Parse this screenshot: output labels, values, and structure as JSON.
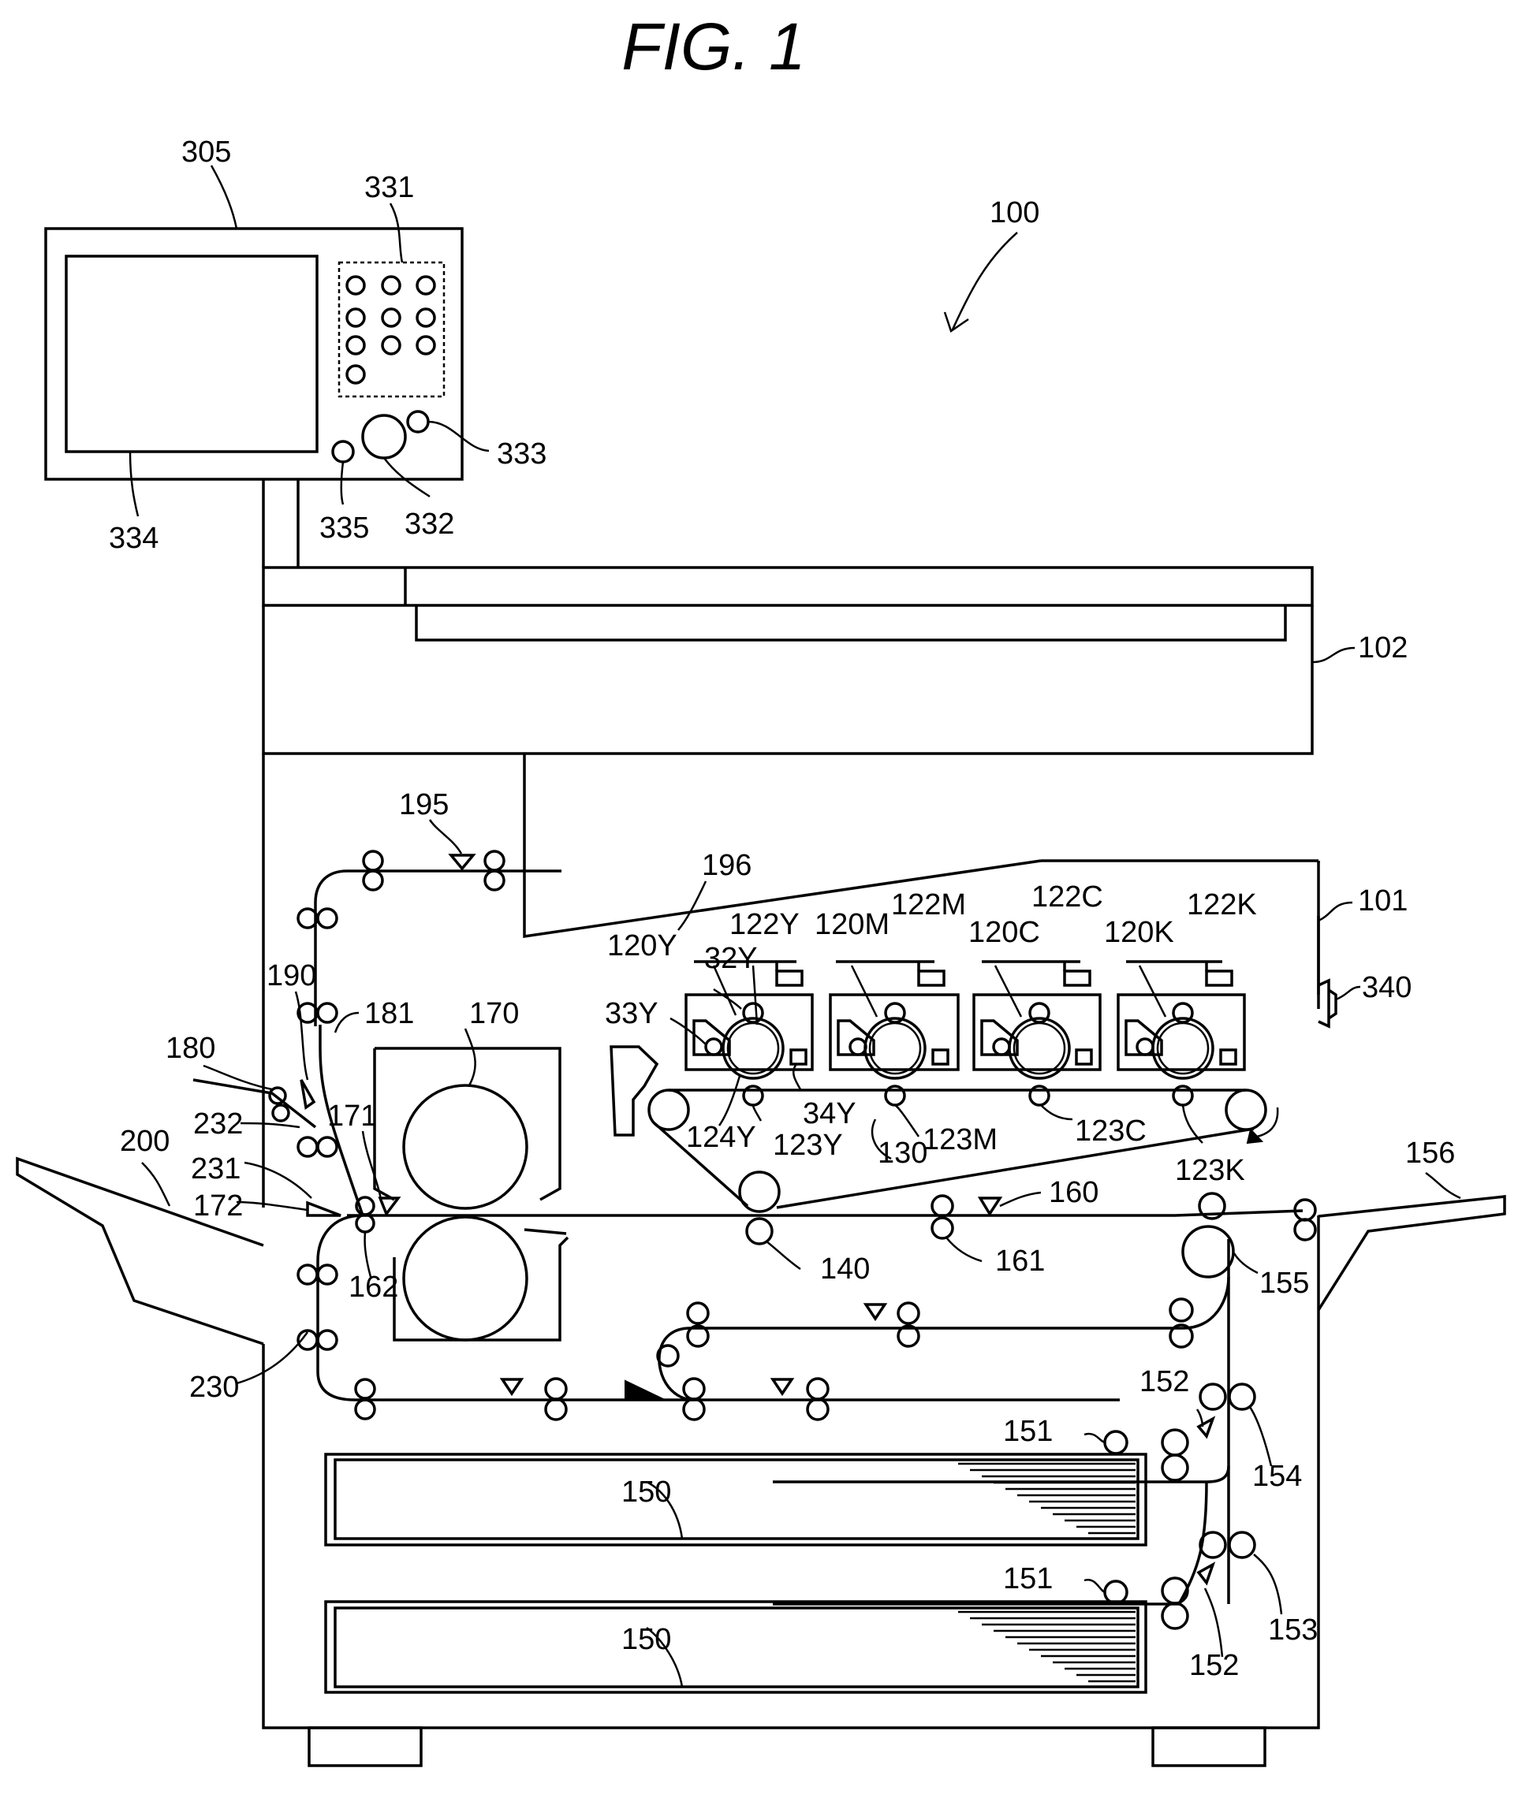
{
  "figure_title": "FIG. 1",
  "labels": {
    "apparatus": "100",
    "scanner": "102",
    "printer": "101",
    "operation_panel": "305",
    "keypad": "331",
    "start_key": "332",
    "key_333": "333",
    "display": "334",
    "key_335": "335",
    "power_switch": "340",
    "path_195": "195",
    "path_196": "196",
    "station_y": "120Y",
    "station_m": "120M",
    "station_c": "120C",
    "station_k": "120K",
    "laser_y": "122Y",
    "laser_m": "122M",
    "laser_c": "122C",
    "laser_k": "122K",
    "charger_32y": "32Y",
    "developer_33y": "33Y",
    "cleaner_34y": "34Y",
    "drum_124y": "124Y",
    "primary_y": "123Y",
    "primary_m": "123M",
    "primary_c": "123C",
    "primary_k": "123K",
    "flapper_190": "190",
    "path_181": "181",
    "fixer_170": "170",
    "path_180": "180",
    "roller_232": "232",
    "path_231": "231",
    "discharge_tray": "200",
    "sensor_171": "171",
    "sensor_172": "172",
    "roller_162": "162",
    "roller_230": "230",
    "belt_130": "130",
    "secondary_140": "140",
    "roller_161": "161",
    "sensor_160": "160",
    "roller_155": "155",
    "manual_tray": "156",
    "roller_152a": "152",
    "roller_152b": "152",
    "roller_151a": "151",
    "roller_151b": "151",
    "roller_154": "154",
    "roller_153": "153",
    "cassette_upper": "150",
    "cassette_lower": "150"
  }
}
